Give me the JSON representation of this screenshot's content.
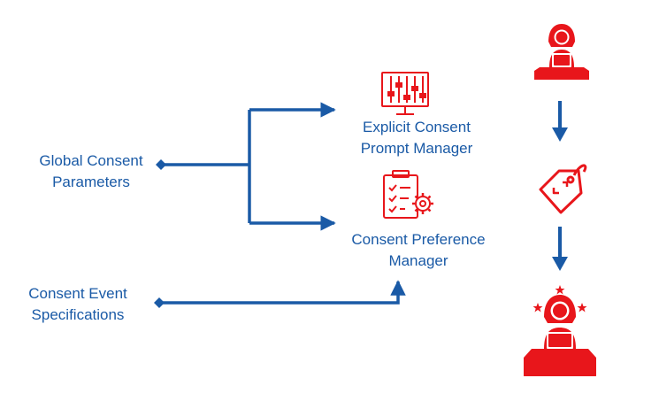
{
  "inputs": {
    "global": {
      "line1": "Global Consent",
      "line2": "Parameters"
    },
    "event": {
      "line1": "Consent Event",
      "line2": "Specifications"
    }
  },
  "outputs": {
    "explicit": {
      "line1": "Explicit Consent",
      "line2": "Prompt Manager",
      "icon": "control-panel-icon"
    },
    "preference": {
      "line1": "Consent Preference",
      "line2": "Manager",
      "icon": "checklist-gear-icon"
    }
  },
  "flow": {
    "steps": [
      "user-laptop-icon",
      "tag-icon",
      "alert-user-laptop-icon"
    ]
  },
  "colors": {
    "accent_blue": "#1a5aa6",
    "accent_red": "#e8161b"
  }
}
